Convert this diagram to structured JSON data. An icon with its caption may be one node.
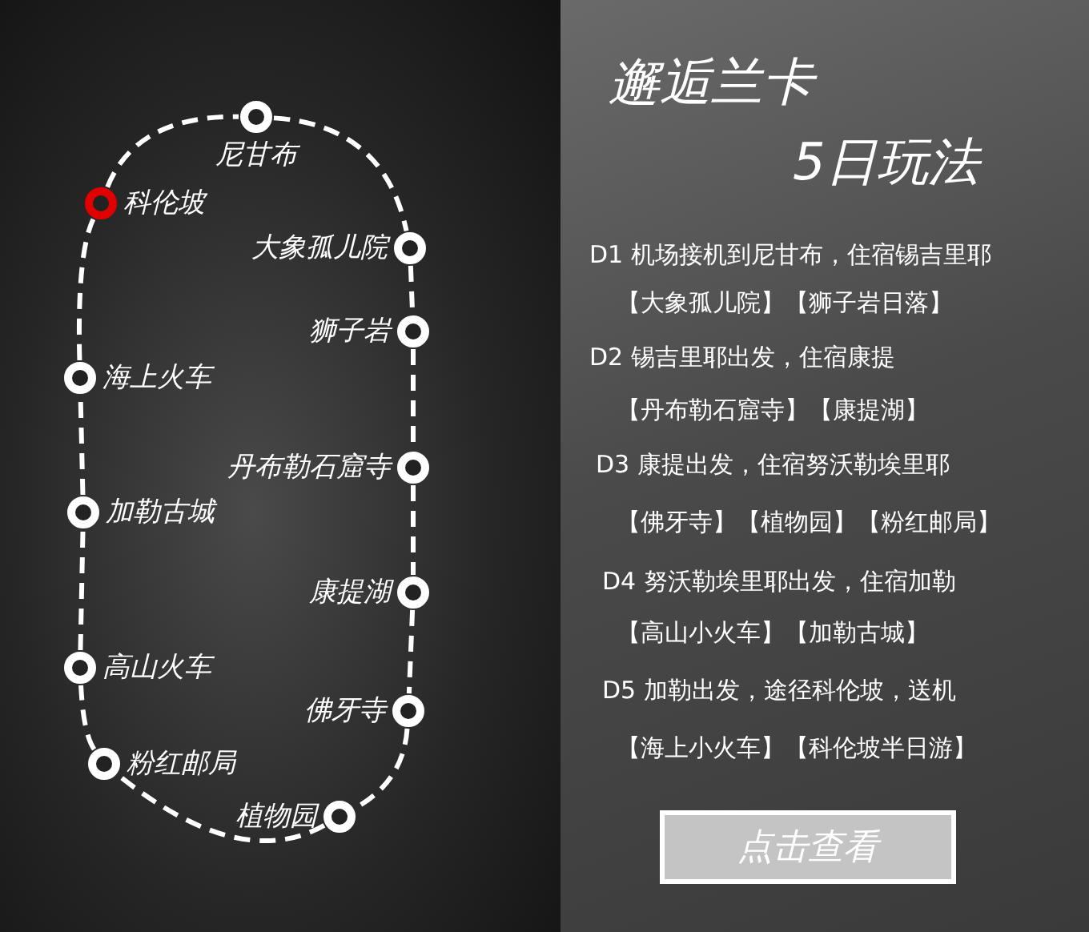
{
  "diagram": {
    "title": "邂逅兰卡",
    "nodes": [
      {
        "text": [
          "尼甘布"
        ]
      },
      {
        "text": [
          "科伦坡"
        ]
      },
      {
        "text": [
          "大象孤儿院"
        ]
      },
      {
        "text": [
          "狮子岩"
        ]
      },
      {
        "text": [
          "海上火车"
        ]
      },
      {
        "text": [
          "丹布勒石窟寺"
        ]
      },
      {
        "text": [
          "加勒古城"
        ]
      },
      {
        "text": [
          "康提湖"
        ]
      },
      {
        "text": [
          "高山火车"
        ]
      },
      {
        "text": [
          "佛牙寺"
        ]
      },
      {
        "text": [
          "粉红邮局"
        ]
      },
      {
        "text": [
          "植物园"
        ]
      },
      {
        "text": [
          "点击查看"
        ]
      }
    ],
    "edges": [
      {
        "from": 0,
        "to": 2,
        "arrow": "none",
        "style": "dashed"
      },
      {
        "from": 2,
        "to": 3,
        "arrow": "none",
        "style": "dashed"
      },
      {
        "from": 3,
        "to": 5,
        "arrow": "none",
        "style": "dashed"
      },
      {
        "from": 5,
        "to": 7,
        "arrow": "none",
        "style": "dashed"
      },
      {
        "from": 7,
        "to": 9,
        "arrow": "none",
        "style": "dashed"
      },
      {
        "from": 9,
        "to": 11,
        "arrow": "none",
        "style": "dashed"
      },
      {
        "from": 11,
        "to": 10,
        "arrow": "none",
        "style": "dashed"
      },
      {
        "from": 10,
        "to": 8,
        "arrow": "none",
        "style": "dashed"
      },
      {
        "from": 8,
        "to": 6,
        "arrow": "none",
        "style": "dashed"
      },
      {
        "from": 6,
        "to": 4,
        "arrow": "none",
        "style": "dashed"
      },
      {
        "from": 4,
        "to": 1,
        "arrow": "none",
        "style": "dashed"
      },
      {
        "from": 1,
        "to": 0,
        "arrow": "none",
        "style": "dashed"
      }
    ],
    "labels": [
      "5日玩法",
      "D1 机场接机到尼甘布，住宿锡吉里耶",
      "【大象孤儿院】【狮子岩日落】",
      "D2 锡吉里耶出发，住宿康提",
      "【丹布勒石窟寺】【康提湖】",
      "D3 康提出发，住宿努沃勒埃里耶",
      "【佛牙寺】【植物园】【粉红邮局】",
      "D4 努沃勒埃里耶出发，住宿加勒",
      "【高山小火车】【加勒古城】",
      "D5 加勒出发，途径科伦坡，送机",
      "【海上小火车】【科伦坡半日游】"
    ]
  }
}
